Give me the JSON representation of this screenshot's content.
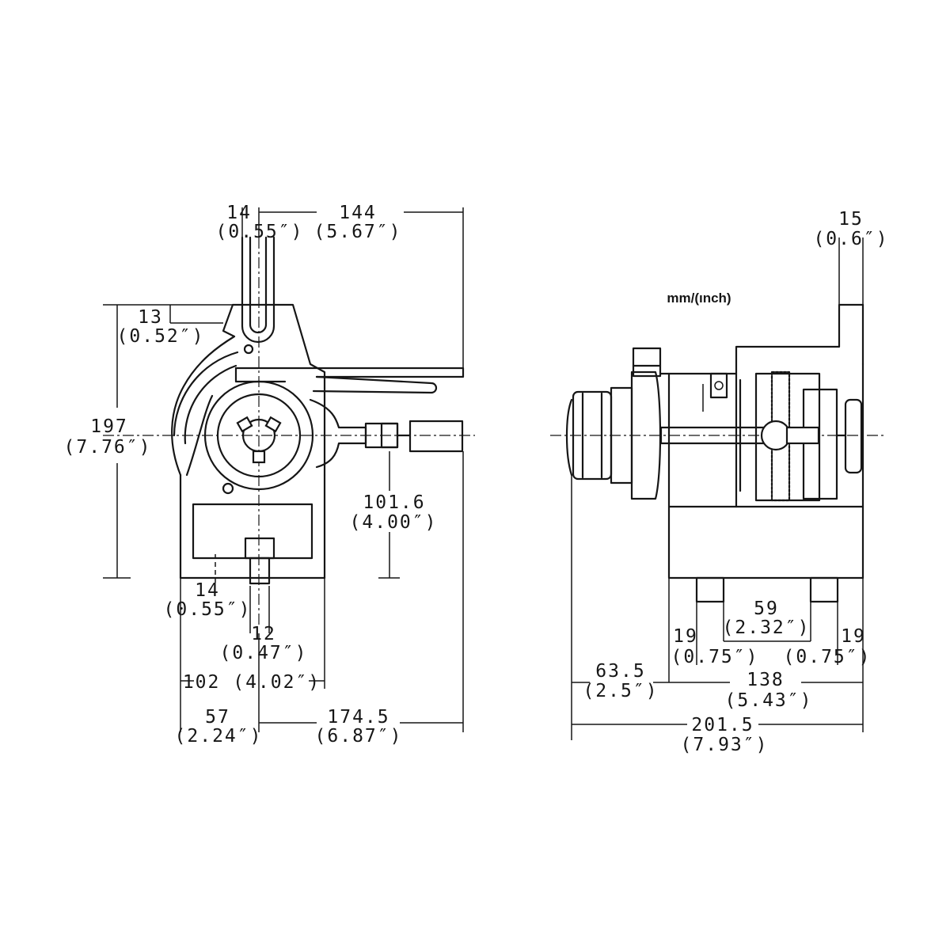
{
  "units_note": "mm/(ınch)",
  "front_view": {
    "dim_14_top": {
      "mm": "14",
      "inch": "(0.55″)"
    },
    "dim_144": {
      "mm": "144",
      "inch": "(5.67″)"
    },
    "dim_13": {
      "mm": "13",
      "inch": "(0.52″)"
    },
    "dim_197": {
      "mm": "197",
      "inch": "(7.76″)"
    },
    "dim_101_6": {
      "mm": "101.6",
      "inch": "(4.00″)"
    },
    "dim_14_bottom": {
      "mm": "14",
      "inch": "(0.55″)"
    },
    "dim_12": {
      "mm": "12",
      "inch": "(0.47″)"
    },
    "dim_102": {
      "text": "102 (4.02″)"
    },
    "dim_57": {
      "mm": "57",
      "inch": "(2.24″)"
    },
    "dim_174_5": {
      "mm": "174.5",
      "inch": "(6.87″)"
    }
  },
  "side_view": {
    "dim_15": {
      "mm": "15",
      "inch": "(0.6″)"
    },
    "dim_59": {
      "mm": "59",
      "inch": "(2.32″)"
    },
    "dim_19_left": {
      "mm": "19",
      "inch": "(0.75″)"
    },
    "dim_19_right": {
      "mm": "19",
      "inch": "(0.75″)"
    },
    "dim_63_5": {
      "mm": "63.5",
      "inch": "(2.5″)"
    },
    "dim_138": {
      "mm": "138",
      "inch": "(5.43″)"
    },
    "dim_201_5": {
      "mm": "201.5",
      "inch": "(7.93″)"
    }
  }
}
